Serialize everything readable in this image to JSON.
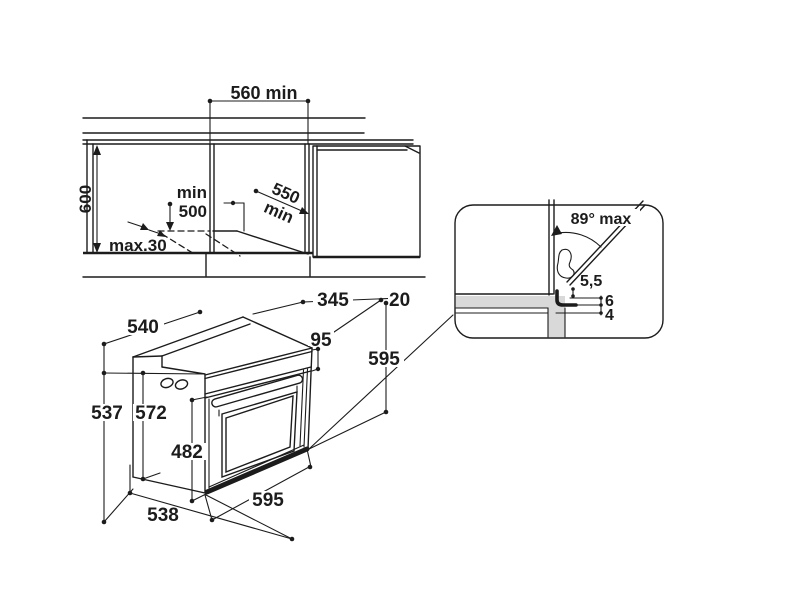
{
  "title": "Built-in oven installation dimensions diagram",
  "colors": {
    "line": "#1c1c1c",
    "panel_gray": "#d9d9d9",
    "background": "#ffffff"
  },
  "cabinet_section": {
    "niche_width": "560 min",
    "cabinet_height": "600",
    "clearance_min_label": "min",
    "clearance_min_value": "500",
    "plinth_recess": "max.30",
    "niche_depth_value": "550",
    "niche_depth_unit": "min"
  },
  "corner_detail": {
    "door_opening_angle": "89° max",
    "door_gap": "5,5",
    "gap_upper": "6",
    "gap_lower": "4"
  },
  "oven_dimensions": {
    "top_depth": "540",
    "top_rear_width": "345",
    "top_rear_offset": "20",
    "control_panel_height": "95",
    "height_right": "595",
    "rear_height": "537",
    "body_height": "572",
    "door_glass_height": "482",
    "front_width": "595",
    "body_depth": "538"
  }
}
